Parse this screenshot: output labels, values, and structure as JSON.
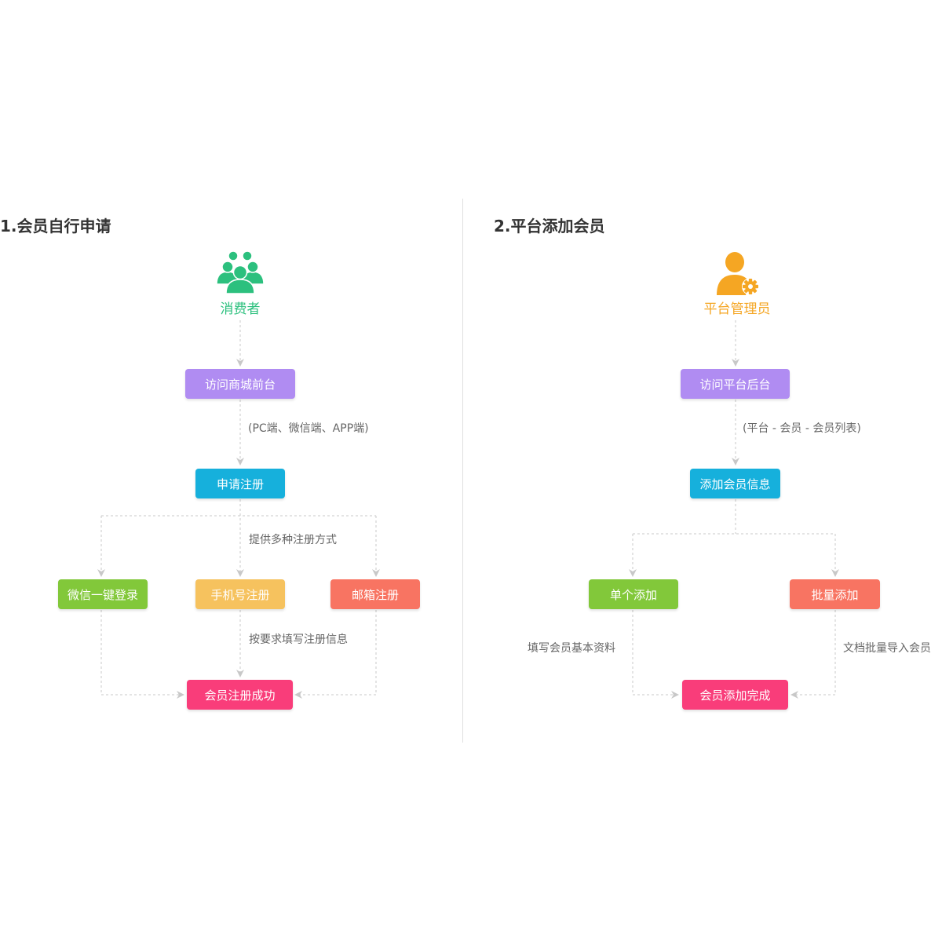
{
  "colors": {
    "consumer_green": "#2cc07e",
    "admin_orange": "#f5a623",
    "purple": "#b08cf2",
    "blue": "#16b0dc",
    "green": "#82c83a",
    "yellow": "#f6c25e",
    "coral": "#f87462",
    "pink": "#f93d7a",
    "line": "#c8c8c8"
  },
  "icons": {
    "consumer": "users-group-icon",
    "admin": "admin-gear-icon"
  },
  "left": {
    "title": "1.会员自行申请",
    "actor": "消费者",
    "step_visit": "访问商城前台",
    "note_channels": "(PC端、微信端、APP端)",
    "step_apply": "申请注册",
    "note_methods": "提供多种注册方式",
    "opt_wechat": "微信一键登录",
    "opt_phone": "手机号注册",
    "opt_email": "邮箱注册",
    "note_fill": "按要求填写注册信息",
    "result": "会员注册成功"
  },
  "right": {
    "title": "2.平台添加会员",
    "actor": "平台管理员",
    "step_visit": "访问平台后台",
    "note_path": "(平台 - 会员 - 会员列表)",
    "step_add": "添加会员信息",
    "opt_single": "单个添加",
    "opt_batch": "批量添加",
    "note_single": "填写会员基本资料",
    "note_batch": "文档批量导入会员",
    "result": "会员添加完成"
  }
}
